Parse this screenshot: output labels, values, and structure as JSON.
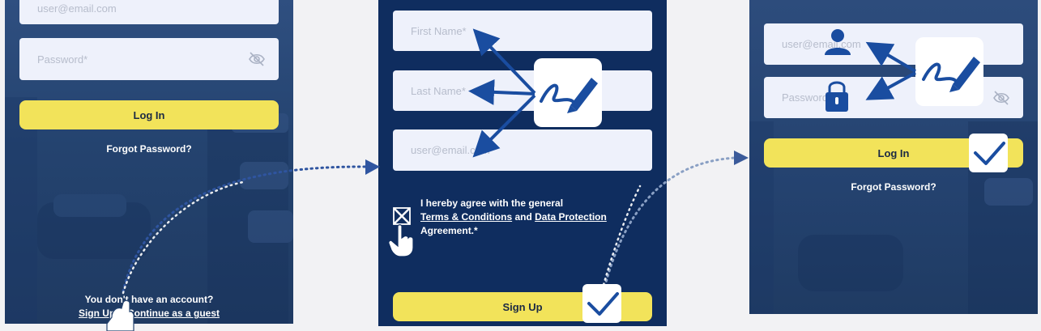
{
  "screen1": {
    "email_placeholder": "user@email.com",
    "password_placeholder": "Password*",
    "login_label": "Log In",
    "forgot_label": "Forgot Password?",
    "no_account_text": "You don't have an account?",
    "sign_up_link": "Sign Up",
    "guest_link": "Continue as a guest"
  },
  "screen2": {
    "first_name_placeholder": "First Name*",
    "last_name_placeholder": "Last Name*",
    "email_placeholder": "user@email.com",
    "agree_line1": "I hereby agree with the general",
    "terms_link": "Terms & Conditions",
    "and_text": " and ",
    "data_protection_link": "Data Protection",
    "agreement_text": "Agreement.*",
    "sign_up_label": "Sign Up"
  },
  "screen3": {
    "email_placeholder": "user@email.com",
    "password_placeholder": "Password*",
    "login_label": "Log In",
    "forgot_label": "Forgot Password?"
  },
  "colors": {
    "field_bg": "#eef1fb",
    "accent_yellow": "#f2e35a",
    "screen_dark_blue": "#0f2d5f",
    "arrow_blue": "#1a4da0",
    "dotted_white": "#ffffff"
  },
  "icons": [
    "eye-slash-icon",
    "pen-signature-icon",
    "checkmark-icon",
    "pointing-hand-icon",
    "user-icon",
    "lock-icon",
    "checkbox-crossed-icon"
  ]
}
